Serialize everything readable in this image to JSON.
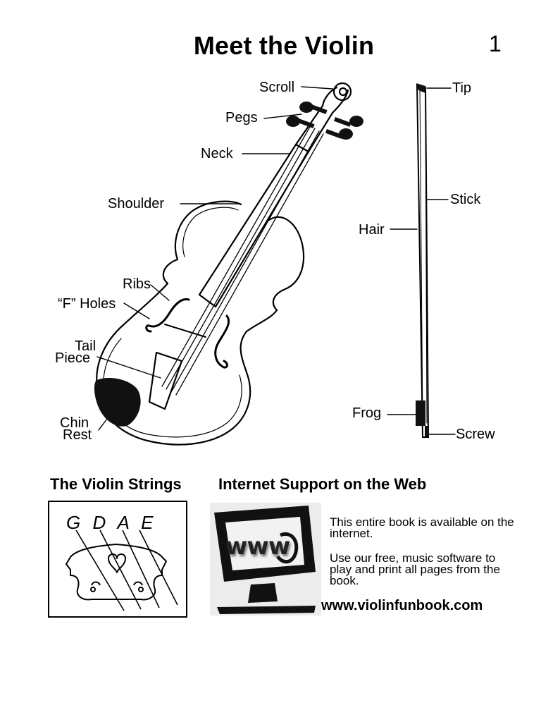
{
  "page": {
    "title": "Meet the Violin",
    "page_number": "1"
  },
  "violin_labels": {
    "scroll": "Scroll",
    "pegs": "Pegs",
    "neck": "Neck",
    "shoulder": "Shoulder",
    "ribs": "Ribs",
    "f_holes": "“F” Holes",
    "tail_piece_1": "Tail",
    "tail_piece_2": "Piece",
    "chin_rest_1": "Chin",
    "chin_rest_2": "Rest"
  },
  "bow_labels": {
    "tip": "Tip",
    "stick": "Stick",
    "hair": "Hair",
    "frog": "Frog",
    "screw": "Screw"
  },
  "strings_section": {
    "heading": "The Violin Strings",
    "string_names": "G D A E"
  },
  "web_section": {
    "heading": "Internet Support on the Web",
    "monitor_text": "www",
    "para1": "This entire book is available on the internet.",
    "para2": "Use our free, music software to play and print all pages from the book.",
    "url": "www.violinfunbook.com"
  }
}
